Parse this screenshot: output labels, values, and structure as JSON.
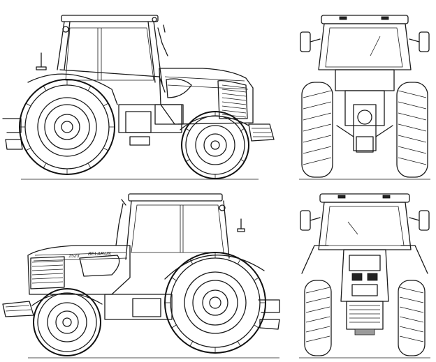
{
  "drawing": {
    "views": [
      {
        "id": "left-side-view"
      },
      {
        "id": "rear-view"
      },
      {
        "id": "right-side-view"
      },
      {
        "id": "front-view"
      }
    ],
    "hood_lettering": [
      "1523",
      "BELARUS"
    ]
  }
}
